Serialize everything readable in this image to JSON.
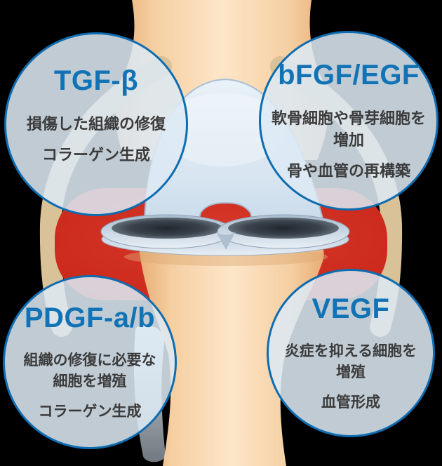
{
  "illustration": {
    "subject": "knee-joint-cross-section",
    "parts": [
      "femur-bone",
      "femoral-cartilage",
      "meniscus",
      "inflamed-synovium",
      "collateral-ligaments",
      "tibia-bone",
      "patellar-ligament"
    ]
  },
  "colors": {
    "circle_border": "#0e6cb0",
    "circle_fill": "rgba(221,233,243,0.87)",
    "title_blue": "#1173b5",
    "body_text": "#3b3b3b",
    "bone_skin": "#f7d4aa",
    "cartilage_blue": "#d9e7f3",
    "inflamed_red": "#cb2a1d",
    "ligament_tan": "#d9c298",
    "background": "#000000"
  },
  "circles": [
    {
      "id": "tgf-beta",
      "title": "TGF-β",
      "paragraphs": [
        [
          "損傷した組織の修復"
        ],
        [
          "コラーゲン生成"
        ]
      ]
    },
    {
      "id": "bfgf-egf",
      "title": "bFGF/EGF",
      "paragraphs": [
        [
          "軟骨細胞や骨芽細胞を",
          "増加"
        ],
        [
          "骨や血管の再構築"
        ]
      ]
    },
    {
      "id": "pdgf-ab",
      "title": "PDGF-a/b",
      "paragraphs": [
        [
          "組織の修復に必要な",
          "細胞を増殖"
        ],
        [
          "コラーゲン生成"
        ]
      ]
    },
    {
      "id": "vegf",
      "title": "VEGF",
      "paragraphs": [
        [
          "炎症を抑える細胞を",
          "増殖"
        ],
        [
          "血管形成"
        ]
      ]
    }
  ]
}
